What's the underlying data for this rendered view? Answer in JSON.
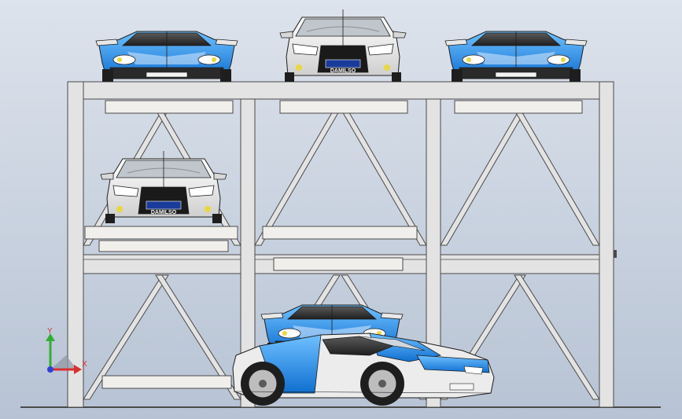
{
  "scene": {
    "background": {
      "top": "#dde3ec",
      "bottom": "#b7c3d4"
    },
    "frame_color": "#e3e3e3",
    "frame_stroke": "#4a4a4a",
    "pallet_color": "#f1efeb",
    "car_blue": "#1a84e3",
    "car_white": "#ececec",
    "car_dark": "#1e1e1e",
    "headlight_yellow": "#e8d840",
    "ground_color": "#4a4a4a"
  },
  "cars": {
    "plate_text": "DAMILSO"
  },
  "triad": {
    "x_label": "X",
    "y_label": "Y",
    "x_color": "#d83030",
    "y_color": "#30b030",
    "z_color": "#3040d8"
  }
}
